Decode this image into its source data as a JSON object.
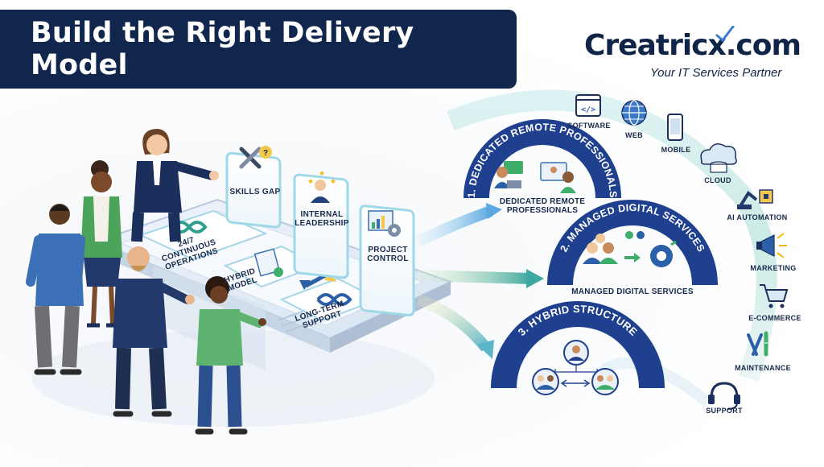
{
  "title": "Build the Right Delivery Model",
  "brand": {
    "name": "Creatricx.com",
    "tagline": "Your IT Services Partner"
  },
  "floating_cards": [
    {
      "label": "SKILLS GAP",
      "icon": "wrench-question-icon"
    },
    {
      "label": "INTERNAL LEADERSHIP",
      "icon": "leader-stars-icon"
    },
    {
      "label": "PROJECT CONTROL",
      "icon": "dashboard-gear-icon"
    }
  ],
  "table_cards": [
    {
      "label": "24/7 CONTINUOUS OPERATIONS",
      "icon": "infinity-arrows-icon"
    },
    {
      "label": "HYBRID MODEL",
      "icon": "checklist-icon"
    },
    {
      "label": "LONG-TERM SUPPORT",
      "icon": "infinity-icon"
    }
  ],
  "models": [
    {
      "arc_title": "1. DEDICATED REMOTE PROFESSIONALS",
      "caption": "DEDICATED REMOTE PROFESSIONALS",
      "color": "#1f3f8f"
    },
    {
      "arc_title": "2. MANAGED DIGITAL SERVICES",
      "caption": "MANAGED DIGITAL SERVICES",
      "color": "#1f3f8f"
    },
    {
      "arc_title": "3. HYBRID STRUCTURE",
      "caption": "",
      "color": "#1f3f8f"
    }
  ],
  "services": [
    {
      "label": "SOFTWARE",
      "icon": "code-window-icon"
    },
    {
      "label": "WEB",
      "icon": "globe-icon"
    },
    {
      "label": "MOBILE",
      "icon": "smartphone-icon"
    },
    {
      "label": "CLOUD",
      "icon": "cloud-database-icon"
    },
    {
      "label": "AI AUTOMATION",
      "icon": "robot-arm-chip-icon"
    },
    {
      "label": "MARKETING",
      "icon": "megaphone-icon"
    },
    {
      "label": "E-COMMERCE",
      "icon": "shopping-cart-icon"
    },
    {
      "label": "MAINTENANCE",
      "icon": "pliers-screwdriver-icon"
    },
    {
      "label": "SUPPORT",
      "icon": "headset-icon"
    }
  ],
  "colors": {
    "navy": "#10264d",
    "arc_blue": "#1f3f8f",
    "teal": "#3fb8a9",
    "green": "#7cc36b",
    "yellow": "#f2c94c"
  }
}
